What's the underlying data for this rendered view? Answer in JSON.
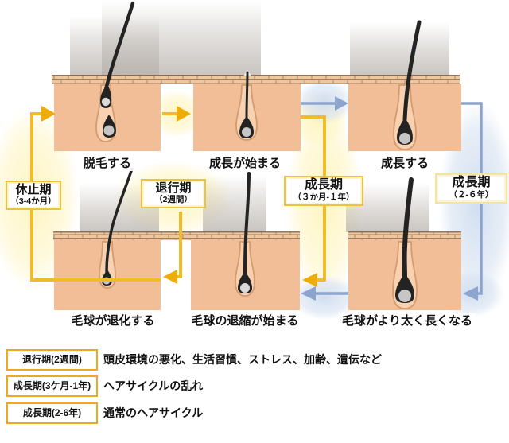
{
  "diagram_title": "hair-growth-cycle",
  "cycle": {
    "stages_top": [
      {
        "caption": "脱毛する"
      },
      {
        "caption": "成長が始まる"
      },
      {
        "caption": "成長する"
      }
    ],
    "stages_bottom": [
      {
        "caption": "毛球が退化する"
      },
      {
        "caption": "毛球の退縮が始まる"
      },
      {
        "caption": "毛球がより太く長くなる"
      }
    ],
    "phases": [
      {
        "name": "休止期",
        "duration": "（3-4か月）"
      },
      {
        "name": "退行期",
        "duration": "（2週間）"
      },
      {
        "name": "成長期",
        "duration": "（３か月-１年）"
      },
      {
        "name": "成長期",
        "duration": "（２-６年）"
      }
    ]
  },
  "legend": {
    "rows": [
      {
        "label": "退行期(2週間)",
        "description": "頭皮環境の悪化、生活習慣、ストレス、加齢、遺伝など"
      },
      {
        "label": "成長期(3ケ月-1年)",
        "description": "ヘアサイクルの乱れ"
      },
      {
        "label": "成長期(2-6年)",
        "description": "通常のヘアサイクル"
      }
    ]
  },
  "colors": {
    "accent_gold": "#F0BC2A",
    "gold_head": "#EEAD06",
    "accent_blue": "#8CA4CE",
    "skin": "#F1BE97",
    "follicle": "#F8D2B0",
    "follicle_outline": "#D59A6F",
    "epidermis": "#EDC89F",
    "brick_line": "#A87B5B",
    "hair": "#232323",
    "papilla": "#C6C6C6",
    "box_border": "#EFC23D",
    "box_border_pale": "#F2E5A0",
    "legend_border": "#F0A820"
  }
}
